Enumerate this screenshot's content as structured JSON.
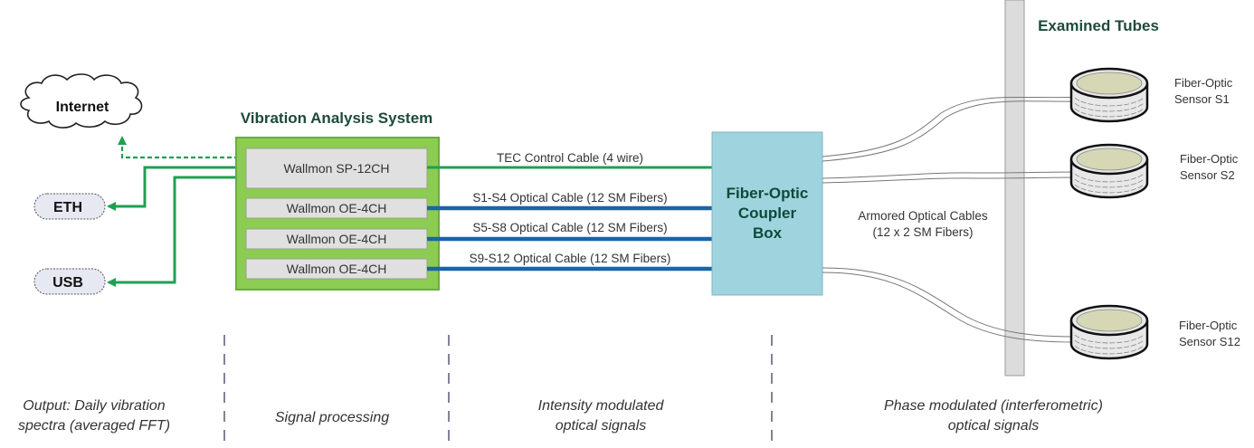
{
  "colors": {
    "green_line": "#1fa052",
    "blue_line": "#1a64a8",
    "system_green": "#8ccc52",
    "system_border": "#6aad3a",
    "module_fill": "#e0e0e0",
    "coupler_fill": "#9fd3de",
    "coupler_text": "#0e4a3a",
    "heading_dark": "#1e4a3c",
    "wall_gray": "#dcdcdc",
    "sensor_top": "#d6d7b5",
    "divider": "#8a7f95"
  },
  "outputs": {
    "internet": {
      "label": "Internet",
      "icon": "cloud-icon"
    },
    "eth": {
      "label": "ETH"
    },
    "usb": {
      "label": "USB"
    }
  },
  "system": {
    "title": "Vibration Analysis System",
    "modules": [
      {
        "label": "Wallmon SP-12CH"
      },
      {
        "label": "Wallmon OE-4CH"
      },
      {
        "label": "Wallmon OE-4CH"
      },
      {
        "label": "Wallmon OE-4CH"
      }
    ]
  },
  "cables": [
    {
      "label": "TEC Control Cable (4 wire)",
      "type": "control"
    },
    {
      "label": "S1-S4 Optical Cable (12 SM Fibers)",
      "type": "optical"
    },
    {
      "label": "S5-S8 Optical Cable (12 SM Fibers)",
      "type": "optical"
    },
    {
      "label": "S9-S12 Optical Cable (12 SM Fibers)",
      "type": "optical"
    }
  ],
  "coupler": {
    "lines": [
      "Fiber-Optic",
      "Coupler",
      "Box"
    ]
  },
  "armored": {
    "line1": "Armored Optical Cables",
    "line2": "(12 x 2 SM Fibers)"
  },
  "tubes": {
    "title": "Examined Tubes",
    "sensors": [
      {
        "line1": "Fiber-Optic",
        "line2": "Sensor S1"
      },
      {
        "line1": "Fiber-Optic",
        "line2": "Sensor S2"
      },
      {
        "line1": "Fiber-Optic",
        "line2": "Sensor S12"
      }
    ]
  },
  "stages": [
    {
      "line1": "Output: Daily vibration",
      "line2": "spectra (averaged FFT)"
    },
    {
      "line1": "Signal processing",
      "line2": ""
    },
    {
      "line1": "Intensity modulated",
      "line2": "optical signals"
    },
    {
      "line1": "Phase modulated (interferometric)",
      "line2": "optical signals"
    }
  ]
}
